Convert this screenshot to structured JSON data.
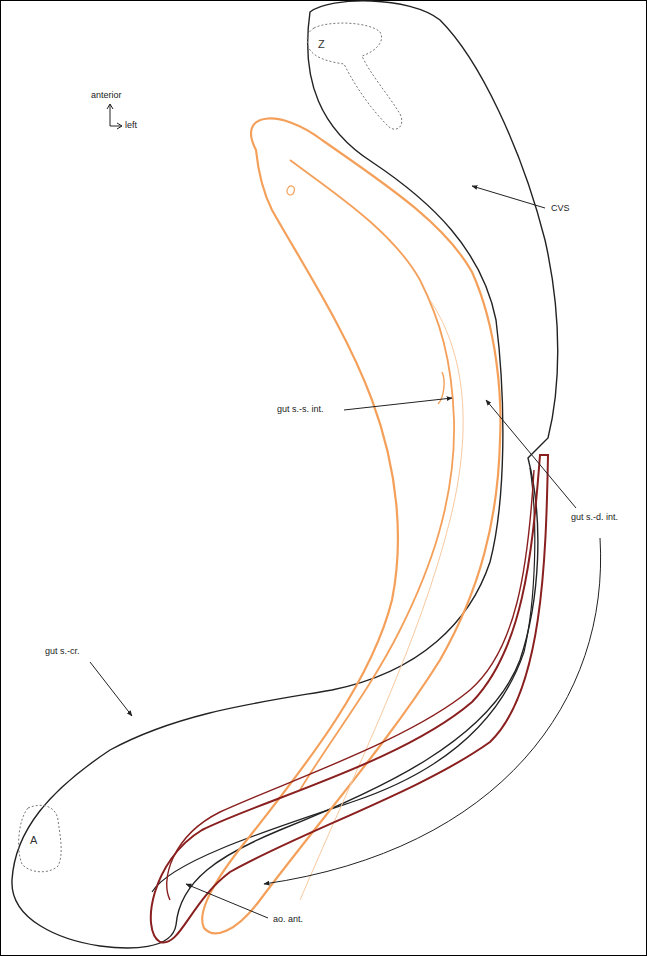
{
  "diagram": {
    "nodes": [
      {
        "text": [
          "Z"
        ]
      },
      {
        "text": [
          "A"
        ]
      }
    ],
    "labels": [
      "anterior",
      "left",
      "CVS",
      "gut s.-s. int.",
      "gut s.-d. int.",
      "gut s.-cr.",
      "ao. ant."
    ]
  }
}
